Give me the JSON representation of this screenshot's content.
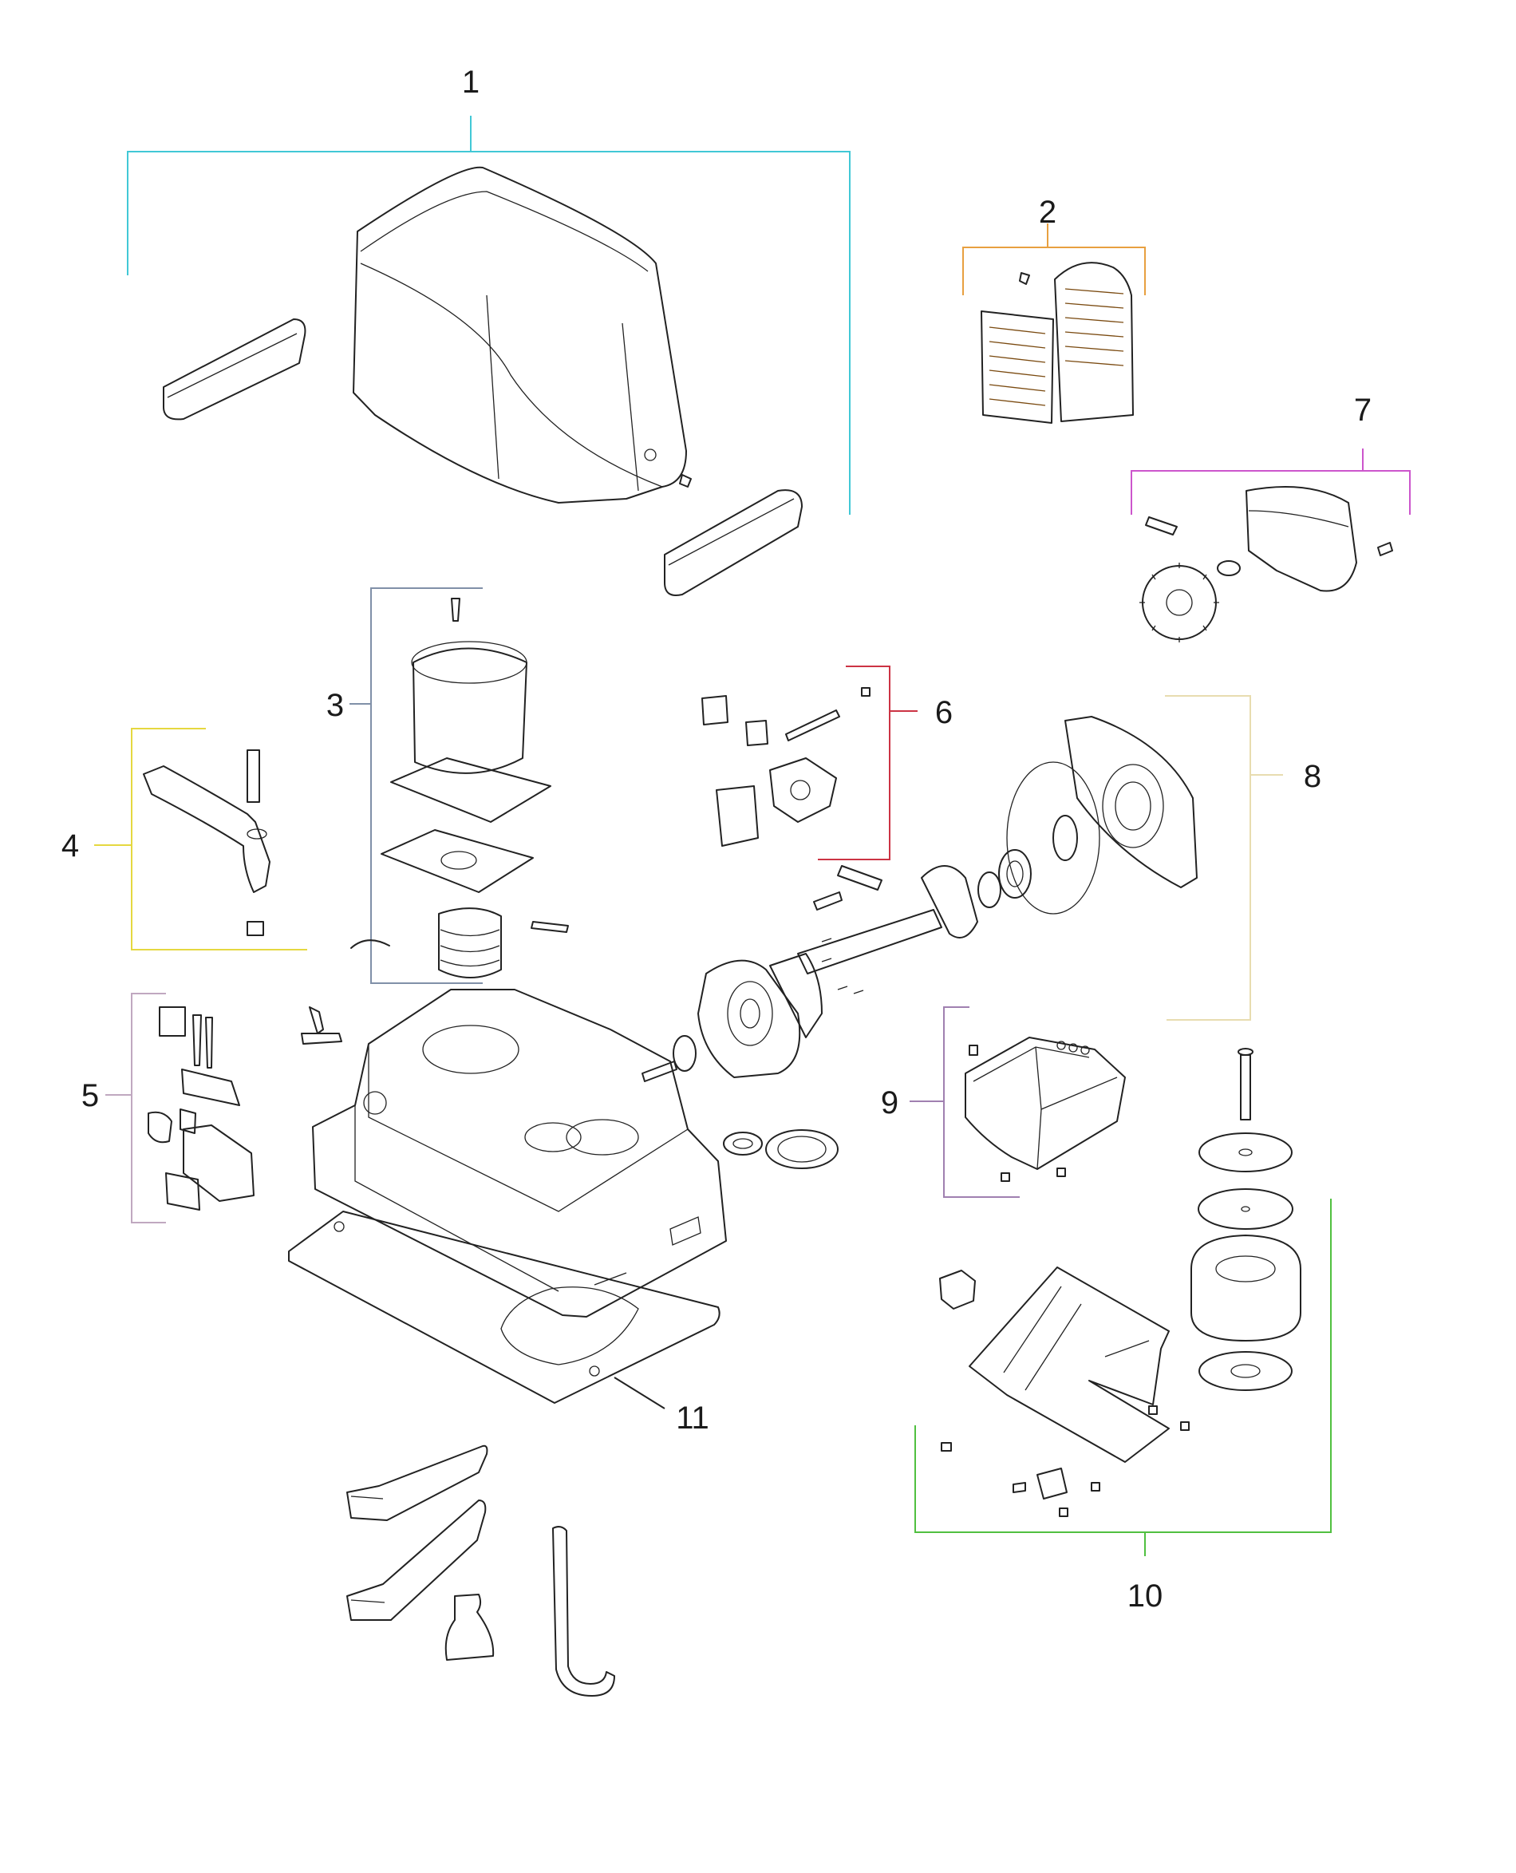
{
  "callouts": {
    "c1": "1",
    "c2": "2",
    "c3": "3",
    "c4": "4",
    "c5": "5",
    "c6": "6",
    "c7": "7",
    "c8": "8",
    "c9": "9",
    "c10": "10",
    "c11": "11"
  },
  "colors": {
    "cover": "#33e3f5",
    "vent": "#f59a2c",
    "motor": "#8ea3c0",
    "release": "#f5e44a",
    "lock": "#b9a9b9",
    "limit": "#ee2a2a",
    "pinion": "#e838d6",
    "gearbox": "#f3dcb8",
    "board": "#9a44c8",
    "battery": "#66e35a",
    "bracket1": "#41c8d6",
    "bracket2": "#e8a040",
    "bracket3": "#8090a8",
    "bracket4": "#e5d840",
    "bracket5": "#c0a8c0",
    "bracket6": "#cc3344",
    "bracket7": "#cc55cc",
    "bracket8": "#e8dcb0",
    "bracket9": "#a080b0",
    "bracket10": "#50c040"
  }
}
